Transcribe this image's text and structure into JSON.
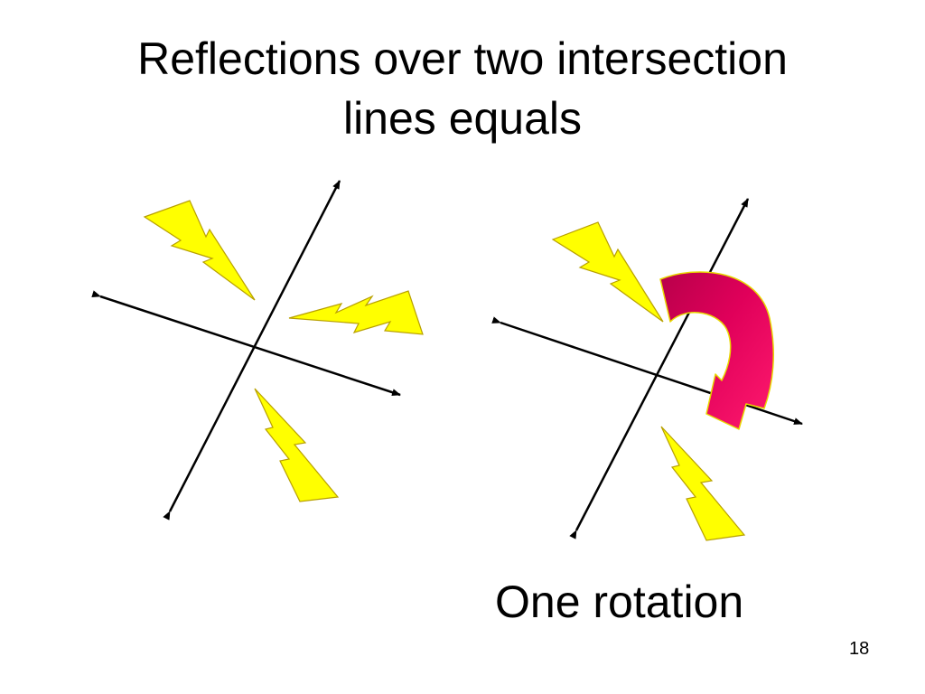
{
  "slide": {
    "title_lines": [
      "Reflections over two intersection",
      "lines equals"
    ],
    "caption": "One rotation",
    "slide_number": "18"
  },
  "colors": {
    "background": "#ffffff",
    "line": "#000000",
    "bolt_fill": "#ffff00",
    "bolt_stroke": "#b8a000",
    "arrow_fill": "#e8005a",
    "arrow_dark": "#b8004a",
    "arrow_stroke": "#e8d800"
  },
  "icons": [
    "lightning-bolt-icon",
    "curved-arrow-icon"
  ]
}
